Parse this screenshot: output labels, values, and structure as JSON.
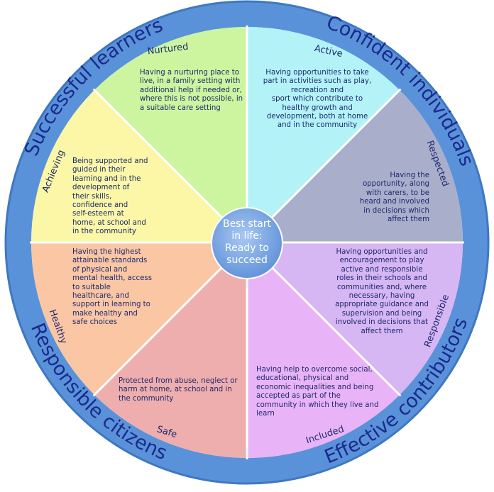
{
  "center": {
    "lines": [
      "Best start",
      "in life:",
      "Ready to",
      "succeed"
    ]
  },
  "outer_labels": {
    "top_left": "Successful learners",
    "top_right": "Confident individuals",
    "bottom_left": "Responsible citizens",
    "bottom_right": "Effective contributors"
  },
  "segments": [
    {
      "key": "nurtured",
      "label": "Nurtured",
      "color": "#cdf5a0",
      "lines": [
        "Having a nurturing place to",
        "live, in a family setting with",
        "additional help if needed or,",
        "where this is not possible, in",
        "a suitable care setting"
      ]
    },
    {
      "key": "active",
      "label": "Active",
      "color": "#b3f3f8",
      "lines": [
        "Having opportunities to take",
        "part in activities such as play,",
        "recreation and",
        "sport which contribute to",
        "healthy growth and",
        "development, both at home",
        "and in the community"
      ]
    },
    {
      "key": "respected",
      "label": "Respected",
      "color": "#a9aecb",
      "lines": [
        "Having the",
        "opportunity, along",
        "with carers, to be",
        "heard and involved",
        "in decisions which",
        "affect them"
      ]
    },
    {
      "key": "responsible",
      "label": "Responsible",
      "color": "#d6b6f3",
      "lines": [
        "Having opportunities and",
        "encouragement to play",
        "active and responsible",
        "roles in their schools and",
        "communities and, where",
        "necessary, having",
        "appropriate guidance and",
        "supervision and being",
        "involved in decisions that",
        "affect them"
      ]
    },
    {
      "key": "included",
      "label": "Included",
      "color": "#e9b4f7",
      "lines": [
        "Having help to overcome social,",
        "educational, physical and",
        "economic inequalities and being",
        "accepted as part of the",
        "community in which they live and",
        "learn"
      ]
    },
    {
      "key": "safe",
      "label": "Safe",
      "color": "#eeaeae",
      "lines": [
        "Protected from abuse, neglect or",
        "harm at home, at school and in",
        "the community"
      ]
    },
    {
      "key": "healthy",
      "label": "Healthy",
      "color": "#fbc6a4",
      "lines": [
        "Having the highest",
        "attainable standards",
        "of physical and",
        "mental health, access",
        "to suitable",
        "healthcare, and",
        "support in learning to",
        "make healthy and",
        "safe choices"
      ]
    },
    {
      "key": "achieving",
      "label": "Achieving",
      "color": "#fbf7a6",
      "lines": [
        "Being supported and",
        "guided in their",
        "learning and in the",
        "development of",
        "their skills,",
        "confidence and",
        "self-esteem at",
        "home, at school and",
        "in the community"
      ]
    }
  ],
  "colors": {
    "ring": "#5a92d9",
    "ring_edge": "#3e78c2",
    "outer_text": "#1a2a8c",
    "segment_text": "#1c2a6e",
    "center_fill": "#6f9fe0"
  }
}
